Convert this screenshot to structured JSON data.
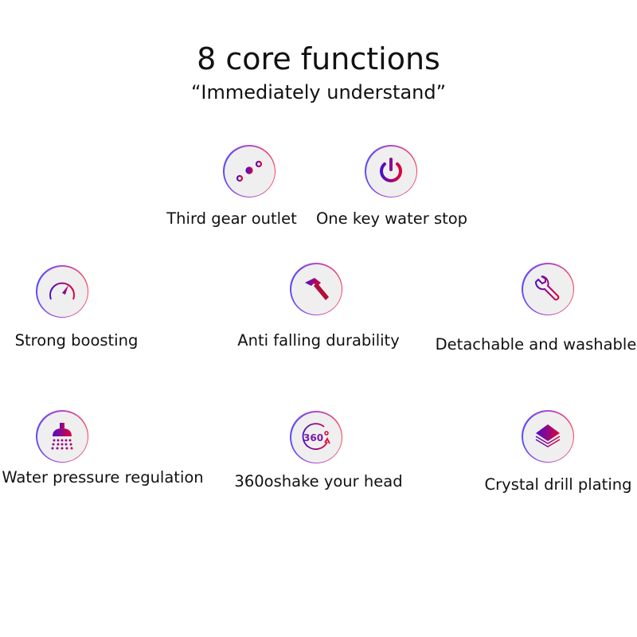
{
  "title": "8 core functions",
  "subtitle": "“Immediately understand”",
  "colors": {
    "gradient_start": "#4a10c8",
    "gradient_end": "#e0003a"
  },
  "features": [
    {
      "label": "Third gear outlet",
      "icon": "sliders-icon"
    },
    {
      "label": "One key water stop",
      "icon": "power-icon"
    },
    {
      "label": "Strong boosting",
      "icon": "gauge-icon"
    },
    {
      "label": "Anti falling durability",
      "icon": "hammer-icon"
    },
    {
      "label": "Detachable and washable",
      "icon": "wrench-icon"
    },
    {
      "label": "Water pressure regulation",
      "icon": "shower-head-icon"
    },
    {
      "label": "360oshake your head",
      "icon": "rotate-360-icon",
      "icon_text": "360"
    },
    {
      "label": "Crystal drill plating",
      "icon": "layers-icon"
    }
  ]
}
